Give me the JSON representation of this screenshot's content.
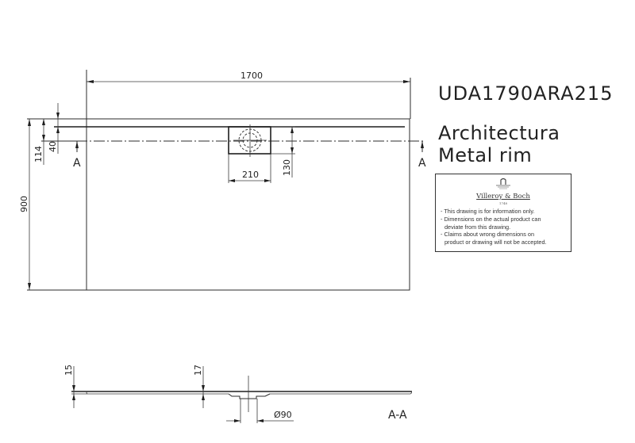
{
  "product": {
    "code": "UDA1790ARA215",
    "name_line1": "Architectura",
    "name_line2": "Metal rim"
  },
  "notice_box": {
    "brand": "Villeroy & Boch",
    "founded": "1748",
    "lines": [
      "- This drawing is for information only.",
      "- Dimensions on the actual product can",
      "  deviate from this drawing.",
      "- Claims about wrong dimensions on",
      "  product or drawing will not be accepted."
    ]
  },
  "plan_view": {
    "width_dim": "1700",
    "depth_dim": "900",
    "rim_offset_dim": "114",
    "drain_offset_dim": "40",
    "drain_width_dim": "210",
    "drain_depth_dim": "130",
    "section_marker_left": "A",
    "section_marker_right": "A"
  },
  "section_view": {
    "label": "A-A",
    "edge_height_dim": "15",
    "drain_height_dim": "17",
    "drain_diameter_dim": "Ø90"
  },
  "colors": {
    "line": "#2b2b2b",
    "background": "#ffffff"
  }
}
